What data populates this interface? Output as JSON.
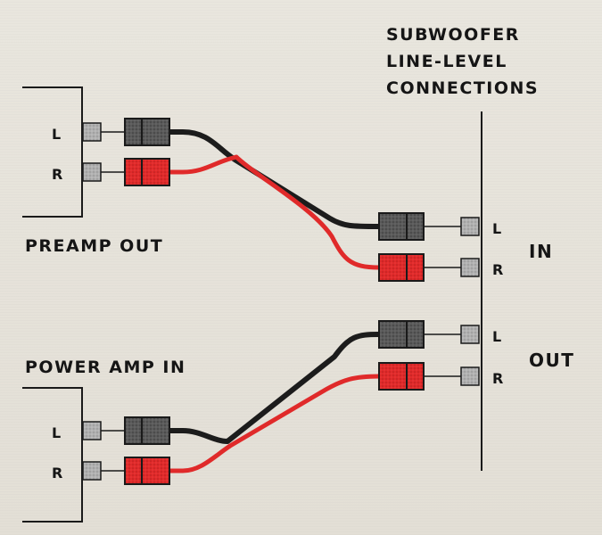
{
  "subwoofer": {
    "title_line1": "SUBWOOFER",
    "title_line2": "LINE-LEVEL",
    "title_line3": "CONNECTIONS",
    "in_label": "IN",
    "out_label": "OUT",
    "in_left": "L",
    "in_right": "R",
    "out_left": "L",
    "out_right": "R"
  },
  "preamp": {
    "label": "PREAMP OUT",
    "left": "L",
    "right": "R"
  },
  "power_amp": {
    "label": "POWER AMP IN",
    "left": "L",
    "right": "R"
  },
  "colors": {
    "left_cable": "#1c1c1c",
    "right_cable": "#e02a2a",
    "left_plug": "#555555",
    "right_plug": "#e02a2a",
    "jack": "#aaaaaa"
  }
}
